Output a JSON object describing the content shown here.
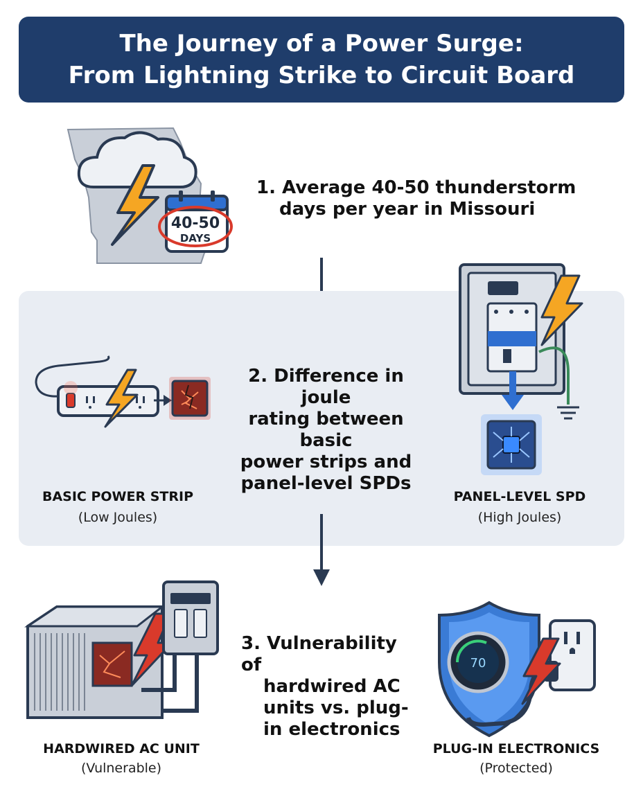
{
  "header": {
    "title_line1": "The Journey of a Power Surge:",
    "title_line2": "From Lightning Strike to Circuit Board"
  },
  "step1": {
    "line1": "1.  Average 40-50 thunderstorm",
    "line2": "days per year in Missouri",
    "calendar_value": "40-50",
    "calendar_unit": "DAYS"
  },
  "step2": {
    "line1": "2. Difference in joule",
    "line2": "rating between basic",
    "line3": "power strips and",
    "line4": "panel-level SPDs",
    "left_label": "BASIC POWER STRIP",
    "left_sub": "(Low Joules)",
    "right_label": "PANEL-LEVEL SPD",
    "right_sub": "(High Joules)"
  },
  "step3": {
    "line1": "3. Vulnerability of",
    "line2": "hardwired AC",
    "line3": "units vs. plug-",
    "line4": "in electronics",
    "left_label": "HARDWIRED AC UNIT",
    "left_sub": "(Vulnerable)",
    "right_label": "PLUG-IN ELECTRONICS",
    "right_sub": "(Protected)",
    "thermostat_value": "70"
  },
  "colors": {
    "header": "#1f3d6b",
    "panel": "#e9edf3",
    "bolt": "#f5a623",
    "danger": "#d93a2b",
    "shield": "#3a7bd5"
  },
  "icons": [
    "missouri-map",
    "storm-cloud-icon",
    "lightning-bolt-icon",
    "calendar-icon",
    "power-strip-icon",
    "burnt-chip-icon",
    "breaker-panel-icon",
    "ground-icon",
    "protected-chip-icon",
    "ac-unit-icon",
    "shield-icon",
    "thermostat-icon",
    "wall-outlet-icon",
    "down-arrow-icon"
  ]
}
